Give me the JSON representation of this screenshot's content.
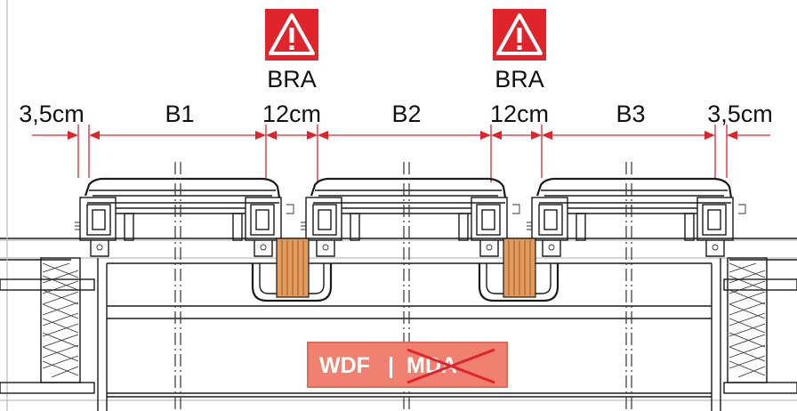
{
  "warnings": [
    {
      "icon": "warning-triangle-icon",
      "label": "BRA"
    },
    {
      "icon": "warning-triangle-icon",
      "label": "BRA"
    }
  ],
  "dimensions": {
    "left_margin": "3,5cm",
    "b1": "B1",
    "gap1": "12cm",
    "b2": "B2",
    "gap2": "12cm",
    "b3": "B3",
    "right_margin": "3,5cm"
  },
  "badge": {
    "active": "WDF",
    "separator": "|",
    "crossed": "MDA"
  },
  "colors": {
    "accent_red": "#e0242b",
    "badge_salmon": "#f08070",
    "wood": "#e39a5a"
  }
}
